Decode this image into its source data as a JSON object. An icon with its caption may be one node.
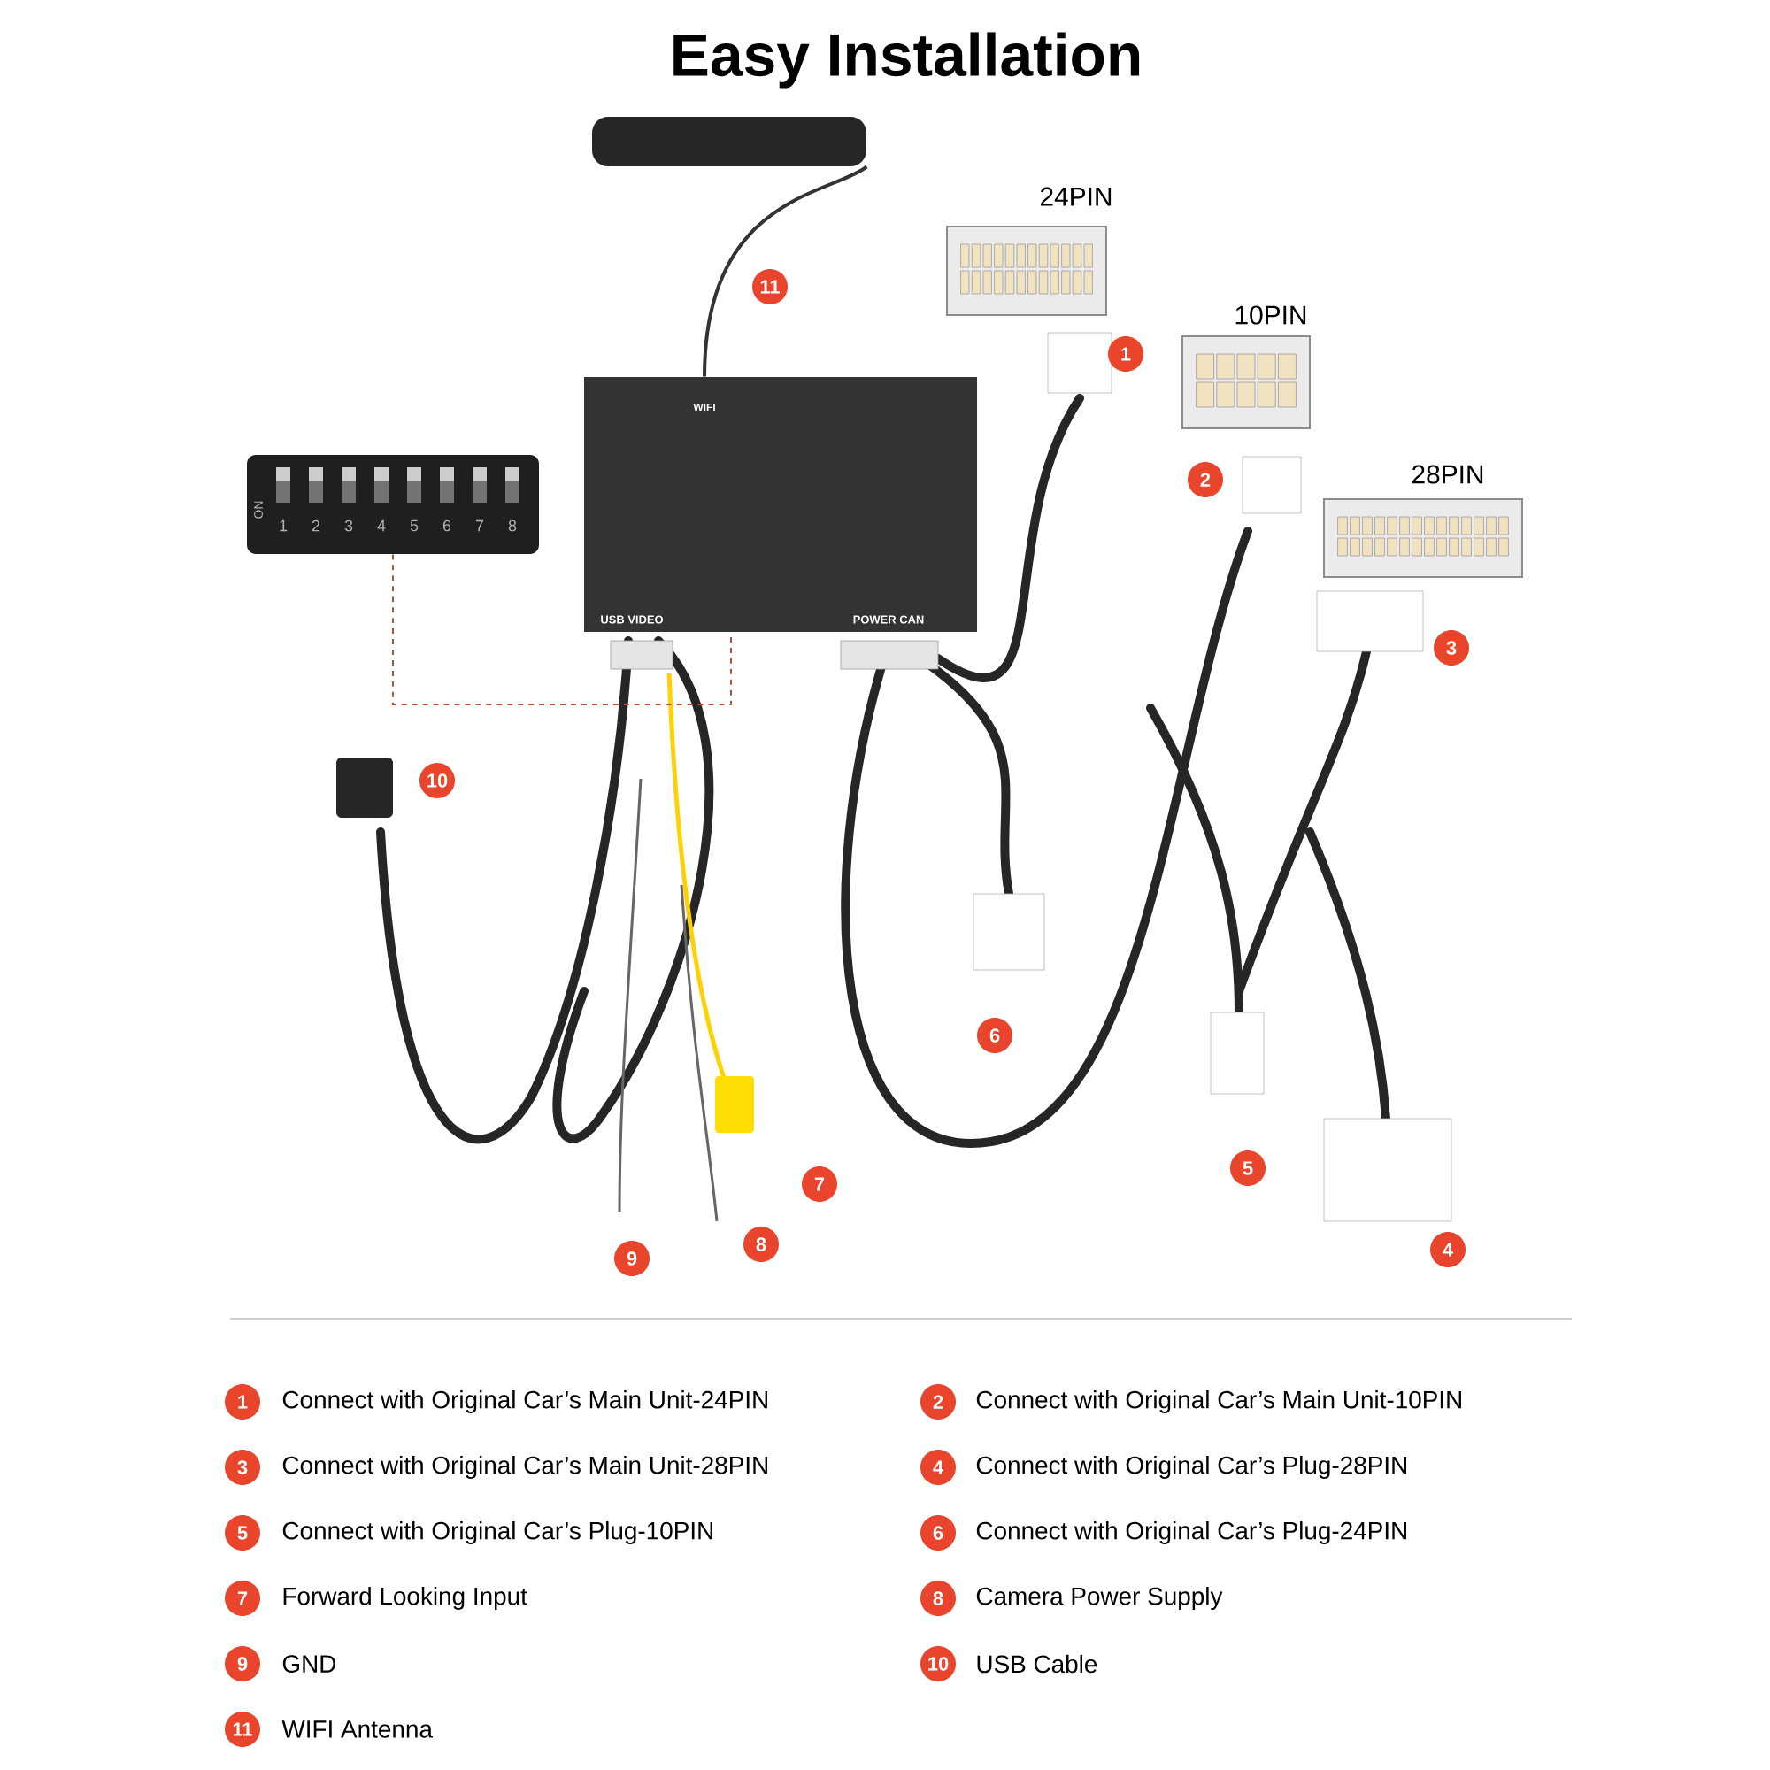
{
  "diagram": {
    "title": "Easy Installation",
    "nodes": [
      {
        "text": [
          "WIFI",
          "USB VIDEO",
          "POWER CAN"
        ]
      },
      {
        "text": [
          "ON",
          "1",
          "2",
          "3",
          "4",
          "5",
          "6",
          "7",
          "8"
        ]
      },
      {
        "text": [
          "24PIN"
        ]
      },
      {
        "text": [
          "10PIN"
        ]
      },
      {
        "text": [
          "28PIN"
        ]
      },
      {
        "text": [],
        "shape": "box"
      }
    ],
    "edges": [
      {
        "from": 5,
        "to": 0,
        "arrow": "none"
      },
      {
        "from": 1,
        "to": 0,
        "arrow": "none",
        "style": "dashed",
        "color": "#b5533c"
      }
    ],
    "labels": [
      "11",
      "1",
      "2",
      "3",
      "10",
      "6",
      "5",
      "7",
      "8",
      "4",
      "9",
      "1",
      "Connect with Original Car’s Main Unit-24PIN",
      "2",
      "Connect with Original Car’s Main Unit-10PIN",
      "3",
      "Connect with Original Car’s Main Unit-28PIN",
      "4",
      "Connect with Original Car’s Plug-28PIN",
      "5",
      "Connect with Original Car’s Plug-10PIN",
      "6",
      "Connect with Original Car’s Plug-24PIN",
      "7",
      "Forward Looking Input",
      "8",
      "Camera Power Supply",
      "9",
      "GND",
      "10",
      "USB Cable",
      "11",
      "WIFI Antenna"
    ]
  }
}
